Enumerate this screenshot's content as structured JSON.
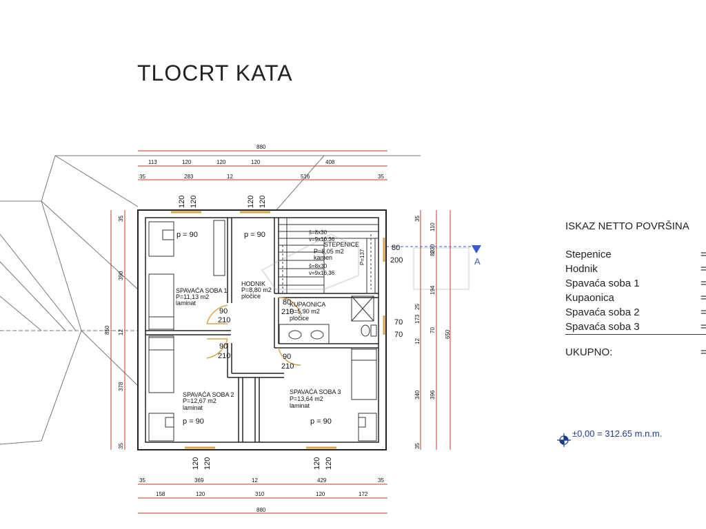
{
  "title": "TLOCRT KATA",
  "iskaz": {
    "title": "ISKAZ NETTO POVRŠINA",
    "rows": [
      {
        "label": "Stepenice",
        "eq": "="
      },
      {
        "label": "Hodnik",
        "eq": "="
      },
      {
        "label": "Spavaća soba 1",
        "eq": "="
      },
      {
        "label": "Kupaonica",
        "eq": "="
      },
      {
        "label": "Spavaća soba 2",
        "eq": "="
      },
      {
        "label": "Spavaća soba 3",
        "eq": "="
      }
    ],
    "total": {
      "label": "UKUPNO:",
      "eq": "="
    }
  },
  "elevation": "±0,00 = 312.65 m.n.m.",
  "section_marker": "A",
  "rooms": [
    {
      "name": "SPAVAĆA SOBA 1",
      "area": "P=11,13 m2",
      "floor": "laminat"
    },
    {
      "name": "HODNIK",
      "area": "P=8,80 m2",
      "floor": "pločice"
    },
    {
      "name": "STEPENICE",
      "area": "P=8,05 m2",
      "floor": "kamen"
    },
    {
      "name": "KUPAONICA",
      "area": "P=5,90 m2",
      "floor": "pločice"
    },
    {
      "name": "SPAVAĆA SOBA 2",
      "area": "P=12,67 m2",
      "floor": "laminat"
    },
    {
      "name": "SPAVAĆA SOBA 3",
      "area": "P=13,64 m2",
      "floor": "laminat"
    }
  ],
  "stair_notes": {
    "upper_a": "š=8x30",
    "upper_b": "v=9x16,36",
    "lower_a": "š=8x30",
    "lower_b": "v=9x16,36",
    "p_value": "P=137"
  },
  "parapets": [
    "p = 90",
    "p = 90",
    "p = 90",
    "p = 90"
  ],
  "dims_top": {
    "total": "880",
    "row2": [
      "113",
      "120",
      "120",
      "120",
      "408"
    ],
    "row3": [
      "35",
      "283",
      "12",
      "516",
      "35"
    ]
  },
  "dims_bottom": {
    "row1": [
      "35",
      "369",
      "12",
      "429",
      "35"
    ],
    "row2": [
      "158",
      "120",
      "310",
      "120",
      "172"
    ],
    "total": "880"
  },
  "dims_left": [
    "35",
    "390",
    "12",
    "378",
    "35",
    "850"
  ],
  "dims_right": {
    "inner": [
      "110",
      "230",
      "80",
      "194",
      "25",
      "173",
      "70",
      "12",
      "340",
      "35"
    ],
    "outer": [
      "35",
      "396",
      "650"
    ]
  },
  "openings": {
    "w_top": [
      "120",
      "120",
      "120",
      "120"
    ],
    "w_bottom": [
      "120",
      "120",
      "120",
      "120"
    ],
    "d1": [
      "90",
      "210"
    ],
    "d2": [
      "90",
      "210"
    ],
    "d3": [
      "80",
      "210"
    ],
    "d4": [
      "90",
      "210"
    ],
    "w_stair": [
      "80",
      "200"
    ],
    "w_bath": [
      "70",
      "70"
    ]
  }
}
